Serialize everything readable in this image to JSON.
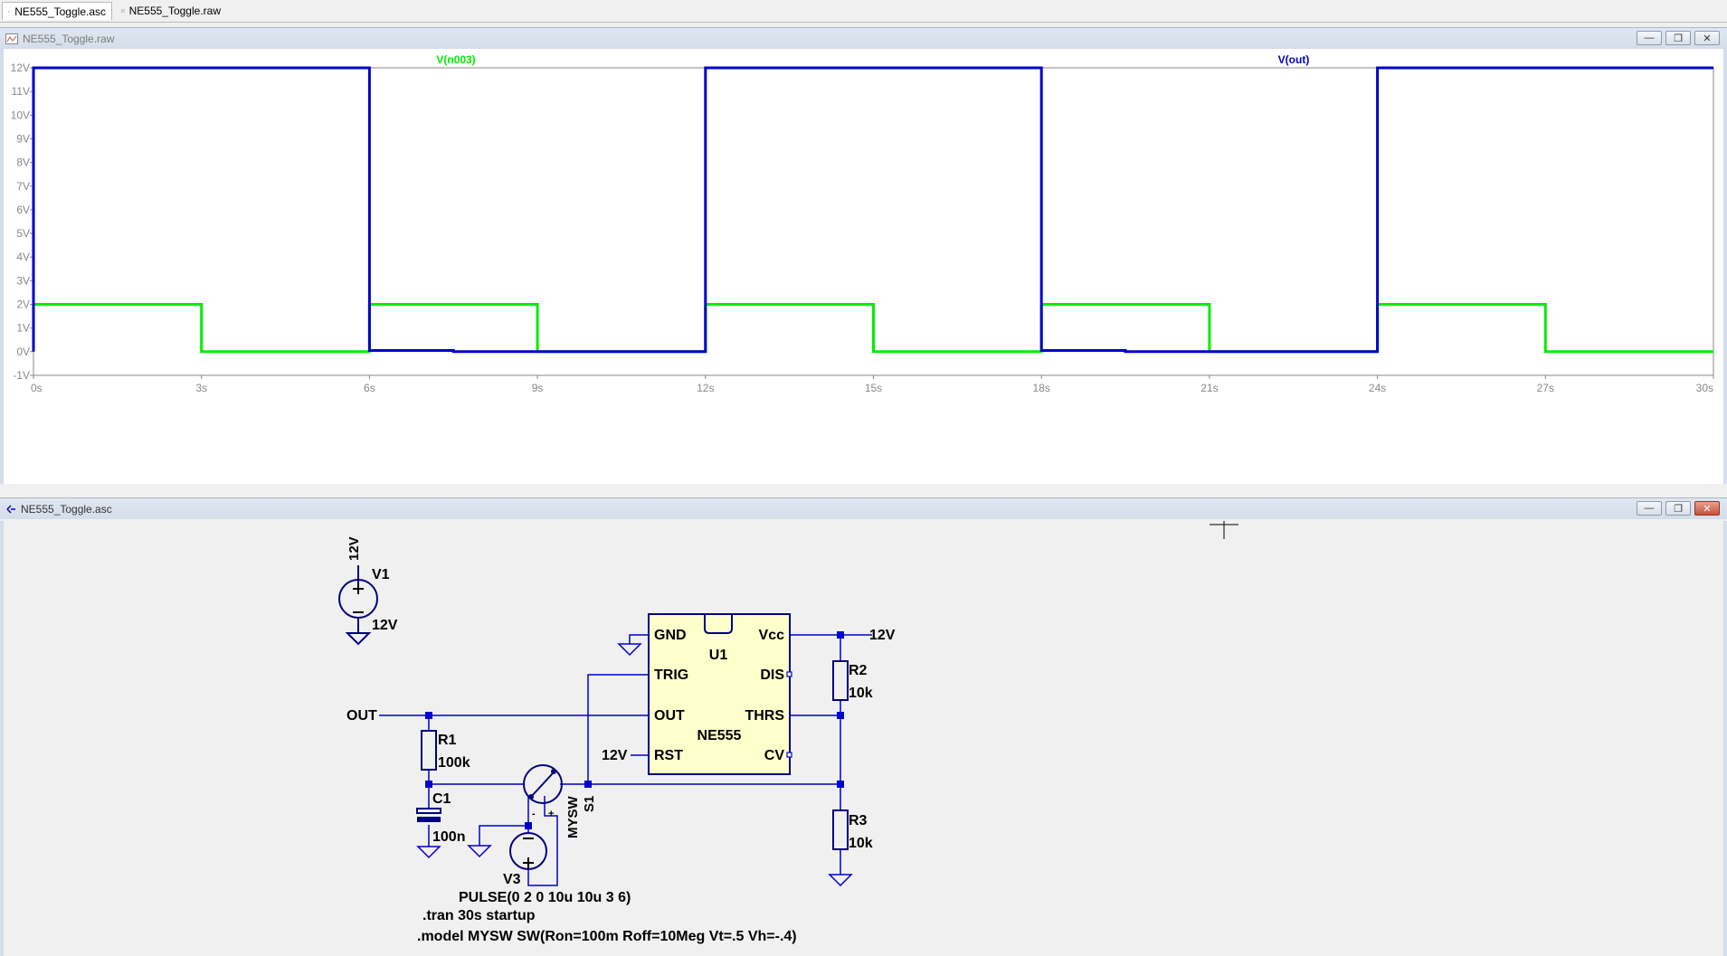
{
  "tabs": [
    {
      "label": "NE555_Toggle.asc",
      "active": true,
      "icon": "schematic-icon"
    },
    {
      "label": "NE555_Toggle.raw",
      "active": false,
      "icon": "waveform-icon"
    }
  ],
  "plot_window": {
    "title": "NE555_Toggle.raw"
  },
  "schematic_window": {
    "title": "NE555_Toggle.asc"
  },
  "chart_data": {
    "type": "line",
    "x_unit": "s",
    "y_unit": "V",
    "xlim": [
      0,
      30
    ],
    "ylim": [
      -1,
      12
    ],
    "x_ticks": [
      "0s",
      "3s",
      "6s",
      "9s",
      "12s",
      "15s",
      "18s",
      "21s",
      "24s",
      "27s",
      "30s"
    ],
    "y_ticks": [
      "-1V",
      "0V",
      "1V",
      "2V",
      "3V",
      "4V",
      "5V",
      "6V",
      "7V",
      "8V",
      "9V",
      "10V",
      "11V",
      "12V"
    ],
    "grid": false,
    "series": [
      {
        "name": "V(n003)",
        "color": "#00ee00",
        "points": [
          [
            0,
            0
          ],
          [
            0,
            2
          ],
          [
            3,
            2
          ],
          [
            3,
            0
          ],
          [
            6,
            0
          ],
          [
            6,
            2
          ],
          [
            9,
            2
          ],
          [
            9,
            0
          ],
          [
            12,
            0
          ],
          [
            12,
            2
          ],
          [
            15,
            2
          ],
          [
            15,
            0
          ],
          [
            18,
            0
          ],
          [
            18,
            2
          ],
          [
            21,
            2
          ],
          [
            21,
            0
          ],
          [
            24,
            0
          ],
          [
            24,
            2
          ],
          [
            27,
            2
          ],
          [
            27,
            0
          ],
          [
            30,
            0
          ]
        ]
      },
      {
        "name": "V(out)",
        "color": "#0000cc",
        "points": [
          [
            0,
            0
          ],
          [
            0,
            12
          ],
          [
            6,
            12
          ],
          [
            6,
            0.05
          ],
          [
            7.5,
            0.05
          ],
          [
            7.5,
            0
          ],
          [
            12,
            0
          ],
          [
            12,
            12
          ],
          [
            18,
            12
          ],
          [
            18,
            0.05
          ],
          [
            19.5,
            0.05
          ],
          [
            19.5,
            0
          ],
          [
            24,
            0
          ],
          [
            24,
            12
          ],
          [
            30,
            12
          ]
        ]
      }
    ]
  },
  "schematic": {
    "v1": {
      "name": "V1",
      "value": "12V",
      "node": "12V"
    },
    "u1": {
      "name": "U1",
      "model": "NE555",
      "pins": {
        "gnd": "GND",
        "vcc": "Vcc",
        "trig": "TRIG",
        "dis": "DIS",
        "out": "OUT",
        "thrs": "THRS",
        "rst": "RST",
        "cv": "CV"
      }
    },
    "vcc_label": "12V",
    "rst_label": "12V",
    "out_label": "OUT",
    "r1": {
      "name": "R1",
      "value": "100k"
    },
    "r2": {
      "name": "R2",
      "value": "10k"
    },
    "r3": {
      "name": "R3",
      "value": "10k"
    },
    "c1": {
      "name": "C1",
      "value": "100n"
    },
    "s1": {
      "name": "S1",
      "model": "MYSW"
    },
    "v3": {
      "name": "V3",
      "value": "PULSE(0 2 0 10u 10u 3 6)"
    },
    "directive_tran": ".tran 30s startup",
    "directive_model": ".model MYSW SW(Ron=100m Roff=10Meg Vt=.5 Vh=-.4)"
  },
  "colors": {
    "wire": "#0000cc",
    "component": "#000080",
    "ic_fill": "#ffffcc",
    "trace_green": "#00ee00",
    "trace_blue": "#0000cc"
  }
}
